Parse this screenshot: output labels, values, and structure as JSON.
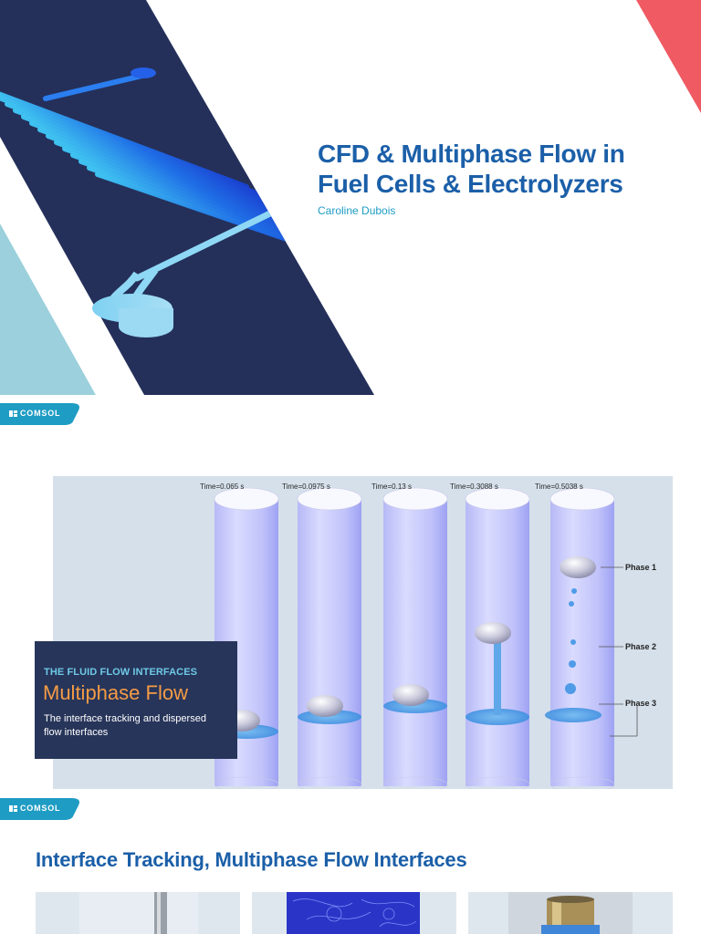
{
  "slide1": {
    "title_line1": "CFD & Multiphase Flow in",
    "title_line2": "Fuel Cells & Electrolyzers",
    "author": "Caroline Dubois",
    "image_icon": "flow-channel-plate-render"
  },
  "brand": {
    "name": "COMSOL",
    "logo_icon": "comsol-logo-icon",
    "tab_color": "#1e9cc3"
  },
  "slide2": {
    "time_labels": [
      "Time=0.065 s",
      "Time=0.0975 s",
      "Time=0.13 s",
      "Time=0.3088 s",
      "Time=0.5038 s"
    ],
    "phase_labels": [
      "Phase 1",
      "Phase 2",
      "Phase 3"
    ],
    "overlay": {
      "eyebrow": "THE FLUID FLOW INTERFACES",
      "title": "Multiphase Flow",
      "description": "The interface tracking and dispersed flow interfaces"
    }
  },
  "slide3": {
    "heading": "Interface Tracking, Multiphase Flow Interfaces",
    "thumbnails": [
      "tube-render-thumbnail",
      "velocity-field-thumbnail",
      "cylinder-render-thumbnail"
    ]
  },
  "colors": {
    "navy": "#24305a",
    "title_blue": "#1b5fa8",
    "accent_red": "#ef5a63",
    "accent_teal": "#9bd0dc",
    "orange": "#f59b45"
  }
}
